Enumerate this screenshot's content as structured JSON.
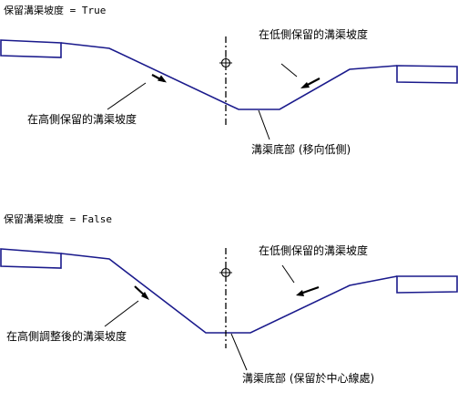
{
  "colors": {
    "profile": "#1a1a8c",
    "centerline": "#000000",
    "leader": "#000000",
    "text": "#000000"
  },
  "top": {
    "title": "保留溝渠坡度 = True",
    "label_low_side": "在低側保留的溝渠坡度",
    "label_high_side": "在高側保留的溝渠坡度",
    "label_bottom": "溝渠底部 (移向低側)"
  },
  "bottom": {
    "title": "保留溝渠坡度 = False",
    "label_low_side": "在低側保留的溝渠坡度",
    "label_high_side": "在高側調整後的溝渠坡度",
    "label_bottom": "溝渠底部 (保留於中心線處)"
  },
  "icons": {
    "centerline_marker": "centerline-marker-icon",
    "slope_arrow": "slope-arrow-icon"
  }
}
